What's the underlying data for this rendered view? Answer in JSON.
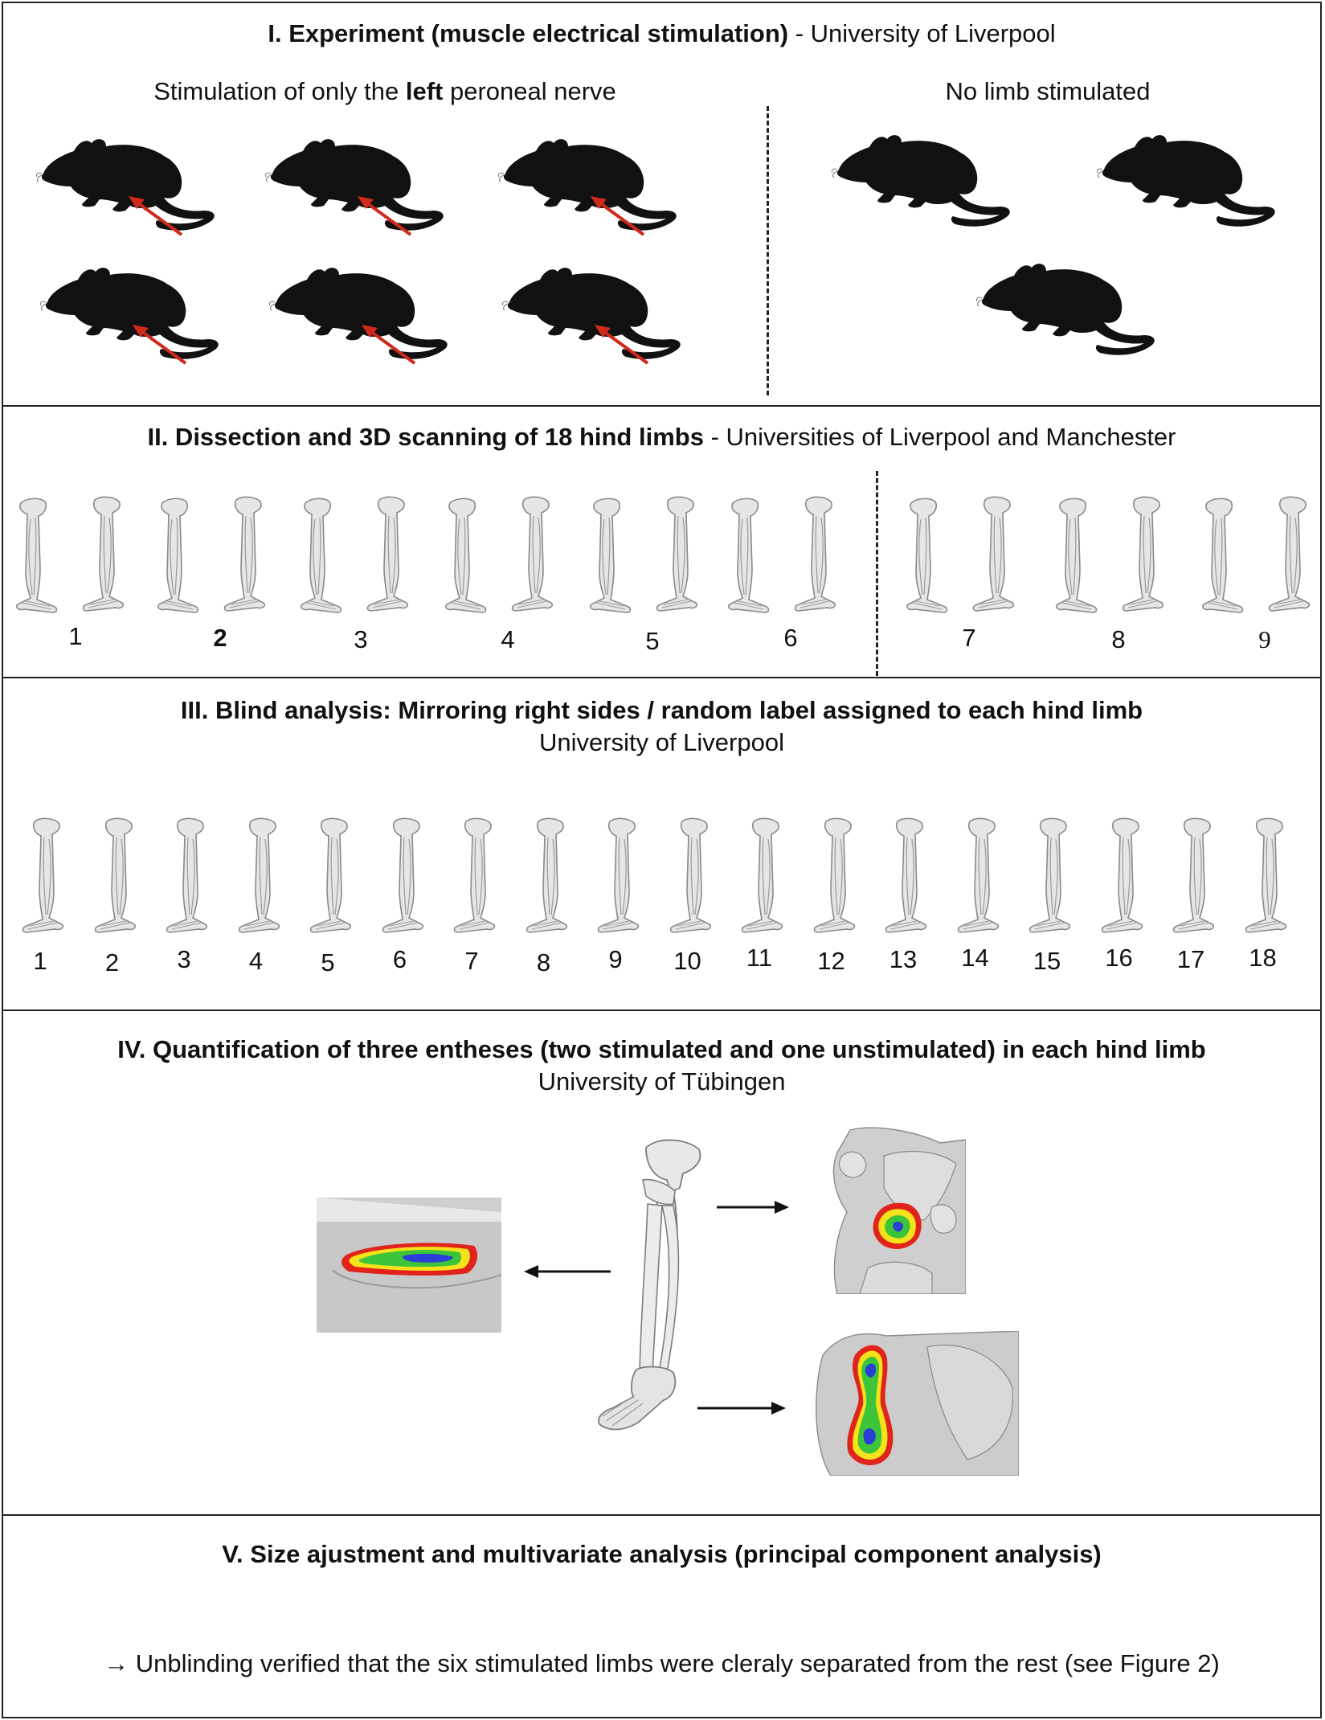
{
  "panel1": {
    "title_bold": "I. Experiment (muscle electrical stimulation)",
    "title_rest": " - University of Liverpool",
    "left_caption_pre": "Stimulation of only the ",
    "left_caption_bold": "left",
    "left_caption_post": " peroneal nerve",
    "right_caption": "No limb stimulated",
    "stimulated_count": 6,
    "control_count": 3,
    "colors": {
      "silhouette": "#111111",
      "arrow": "#d0291c"
    }
  },
  "panel2": {
    "title_bold": "II. Dissection and 3D scanning of 18 hind limbs",
    "title_rest": " - Universities of Liverpool and Manchester",
    "labels": [
      "1",
      "2",
      "3",
      "4",
      "5",
      "6",
      "7",
      "8",
      "9"
    ]
  },
  "panel3": {
    "title": "III. Blind analysis: Mirroring right sides / random label assigned to each hind limb",
    "subtitle": "University of Liverpool",
    "labels": [
      "1",
      "2",
      "3",
      "4",
      "5",
      "6",
      "7",
      "8",
      "9",
      "10",
      "11",
      "12",
      "13",
      "14",
      "15",
      "16",
      "17",
      "18"
    ]
  },
  "panel4": {
    "title": "IV. Quantification of three entheses (two stimulated and one unstimulated) in each hind limb",
    "subtitle": "University of Tübingen",
    "colors": {
      "heat_red": "#e0241b",
      "heat_yellow": "#f4e21a",
      "heat_green": "#3cc43a",
      "heat_blue": "#2a3fd6"
    }
  },
  "panel5": {
    "title": "V. Size ajustment and multivariate analysis (principal component analysis)",
    "conclusion": "→ Unblinding verified that the six stimulated limbs were cleraly separated from the rest (see Figure 2)"
  }
}
